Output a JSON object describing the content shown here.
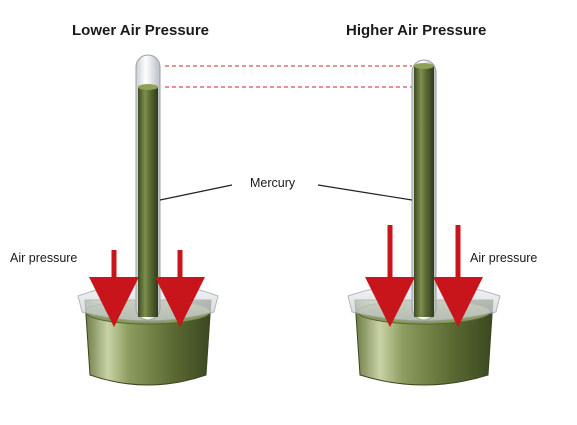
{
  "titles": {
    "left": "Lower Air Pressure",
    "right": "Higher Air Pressure"
  },
  "labels": {
    "mercury": "Mercury",
    "air_pressure_left": "Air pressure",
    "air_pressure_right": "Air pressure"
  },
  "colors": {
    "mercury": "#5a6b36",
    "arrow": "#c8151b",
    "level_line": "#d65050"
  }
}
